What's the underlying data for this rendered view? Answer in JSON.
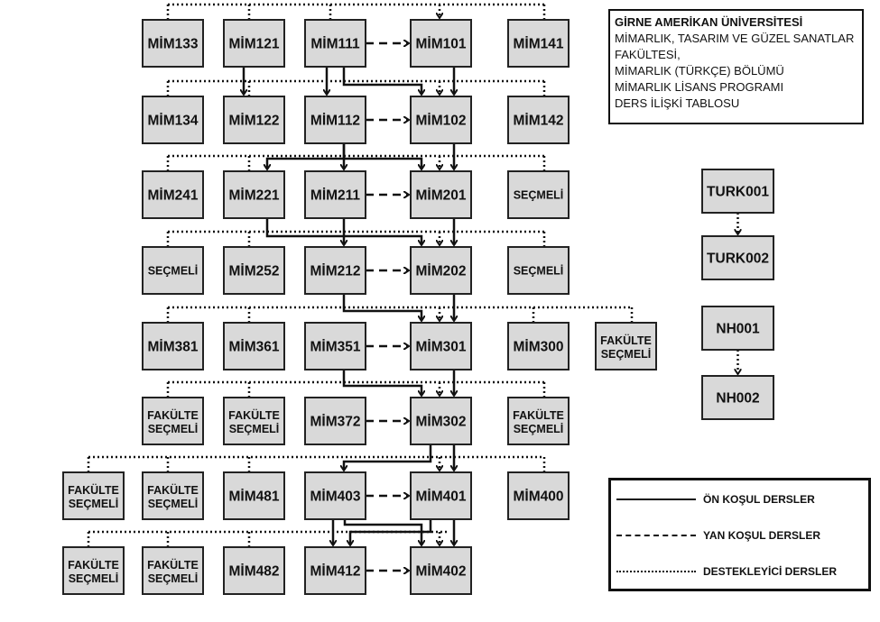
{
  "header": {
    "university": "GİRNE AMERİKAN ÜNİVERSİTESİ",
    "faculty": "MİMARLIK, TASARIM VE GÜZEL SANATLAR",
    "faculty_cont": "FAKÜLTESİ,",
    "department": "MİMARLIK (TÜRKÇE) BÖLÜMÜ",
    "program": "MİMARLIK LİSANS PROGRAMI",
    "table_title": "DERS İLİŞKİ TABLOSU"
  },
  "legend": {
    "prerequisite": "ÖN KOŞUL DERSLER",
    "corequisite": "YAN KOŞUL DERSLER",
    "supporting": "DESTEKLEYİCİ DERSLER"
  },
  "rows": [
    [
      {
        "id": "mim133",
        "label": "MİM133"
      },
      {
        "id": "mim121",
        "label": "MİM121"
      },
      {
        "id": "mim111",
        "label": "MİM111"
      },
      {
        "id": "mim101",
        "label": "MİM101"
      },
      {
        "id": "mim141",
        "label": "MİM141"
      }
    ],
    [
      {
        "id": "mim134",
        "label": "MİM134"
      },
      {
        "id": "mim122",
        "label": "MİM122"
      },
      {
        "id": "mim112",
        "label": "MİM112"
      },
      {
        "id": "mim102",
        "label": "MİM102"
      },
      {
        "id": "mim142",
        "label": "MİM142"
      }
    ],
    [
      {
        "id": "mim241",
        "label": "MİM241"
      },
      {
        "id": "mim221",
        "label": "MİM221"
      },
      {
        "id": "mim211",
        "label": "MİM211"
      },
      {
        "id": "mim201",
        "label": "MİM201"
      },
      {
        "id": "sec2a",
        "label": "SEÇMELİ"
      }
    ],
    [
      {
        "id": "sec3a",
        "label": "SEÇMELİ"
      },
      {
        "id": "mim252",
        "label": "MİM252"
      },
      {
        "id": "mim212",
        "label": "MİM212"
      },
      {
        "id": "mim202",
        "label": "MİM202"
      },
      {
        "id": "sec3b",
        "label": "SEÇMELİ"
      }
    ],
    [
      {
        "id": "mim381",
        "label": "MİM381"
      },
      {
        "id": "mim361",
        "label": "MİM361"
      },
      {
        "id": "mim351",
        "label": "MİM351"
      },
      {
        "id": "mim301",
        "label": "MİM301"
      },
      {
        "id": "mim300",
        "label": "MİM300"
      },
      {
        "id": "fs5a",
        "label": "FAKÜLTE SEÇMELİ"
      }
    ],
    [
      {
        "id": "fs6a",
        "label": "FAKÜLTE SEÇMELİ"
      },
      {
        "id": "fs6b",
        "label": "FAKÜLTE SEÇMELİ"
      },
      {
        "id": "mim372",
        "label": "MİM372"
      },
      {
        "id": "mim302",
        "label": "MİM302"
      },
      {
        "id": "fs6c",
        "label": "FAKÜLTE SEÇMELİ"
      }
    ],
    [
      {
        "id": "fs7a",
        "label": "FAKÜLTE SEÇMELİ"
      },
      {
        "id": "fs7b",
        "label": "FAKÜLTE SEÇMELİ"
      },
      {
        "id": "mim481",
        "label": "MİM481"
      },
      {
        "id": "mim403",
        "label": "MİM403"
      },
      {
        "id": "mim401",
        "label": "MİM401"
      },
      {
        "id": "mim400",
        "label": "MİM400"
      }
    ],
    [
      {
        "id": "fs8a",
        "label": "FAKÜLTE SEÇMELİ"
      },
      {
        "id": "fs8b",
        "label": "FAKÜLTE SEÇMELİ"
      },
      {
        "id": "mim482",
        "label": "MİM482"
      },
      {
        "id": "mim412",
        "label": "MİM412"
      },
      {
        "id": "mim402",
        "label": "MİM402"
      }
    ]
  ],
  "side_courses": [
    {
      "id": "turk001",
      "label": "TURK001"
    },
    {
      "id": "turk002",
      "label": "TURK002"
    },
    {
      "id": "nh001",
      "label": "NH001"
    },
    {
      "id": "nh002",
      "label": "NH002"
    }
  ],
  "edges": [
    {
      "from": "mim121",
      "to": "mim122",
      "type": "prerequisite"
    },
    {
      "from": "mim111",
      "to": "mim112",
      "type": "prerequisite"
    },
    {
      "from": "mim111",
      "to": "mim102",
      "type": "prerequisite"
    },
    {
      "from": "mim101",
      "to": "mim102",
      "type": "prerequisite"
    },
    {
      "from": "mim112",
      "to": "mim221",
      "type": "prerequisite"
    },
    {
      "from": "mim112",
      "to": "mim211",
      "type": "prerequisite"
    },
    {
      "from": "mim112",
      "to": "mim201",
      "type": "prerequisite"
    },
    {
      "from": "mim102",
      "to": "mim201",
      "type": "prerequisite"
    },
    {
      "from": "mim221",
      "to": "mim202",
      "type": "prerequisite"
    },
    {
      "from": "mim211",
      "to": "mim212",
      "type": "prerequisite"
    },
    {
      "from": "mim201",
      "to": "mim202",
      "type": "prerequisite"
    },
    {
      "from": "mim212",
      "to": "mim301",
      "type": "prerequisite"
    },
    {
      "from": "mim202",
      "to": "mim301",
      "type": "prerequisite"
    },
    {
      "from": "mim351",
      "to": "mim302",
      "type": "prerequisite"
    },
    {
      "from": "mim301",
      "to": "mim302",
      "type": "prerequisite"
    },
    {
      "from": "mim302",
      "to": "mim403",
      "type": "prerequisite"
    },
    {
      "from": "mim302",
      "to": "mim401",
      "type": "prerequisite"
    },
    {
      "from": "mim403",
      "to": "mim412",
      "type": "prerequisite"
    },
    {
      "from": "mim403",
      "to": "mim402",
      "type": "prerequisite"
    },
    {
      "from": "mim401",
      "to": "mim412",
      "type": "prerequisite"
    },
    {
      "from": "mim401",
      "to": "mim402",
      "type": "prerequisite"
    },
    {
      "from": "mim111",
      "to": "mim101",
      "type": "corequisite"
    },
    {
      "from": "mim112",
      "to": "mim102",
      "type": "corequisite"
    },
    {
      "from": "mim211",
      "to": "mim201",
      "type": "corequisite"
    },
    {
      "from": "mim212",
      "to": "mim202",
      "type": "corequisite"
    },
    {
      "from": "mim351",
      "to": "mim301",
      "type": "corequisite"
    },
    {
      "from": "mim372",
      "to": "mim302",
      "type": "corequisite"
    },
    {
      "from": "mim403",
      "to": "mim401",
      "type": "corequisite"
    },
    {
      "from": "mim412",
      "to": "mim402",
      "type": "corequisite"
    },
    {
      "from": "turk001",
      "to": "turk002",
      "type": "supporting"
    },
    {
      "from": "nh001",
      "to": "nh002",
      "type": "supporting"
    }
  ],
  "colors": {
    "box_fill": "#d9d9d9",
    "line": "#111111"
  }
}
